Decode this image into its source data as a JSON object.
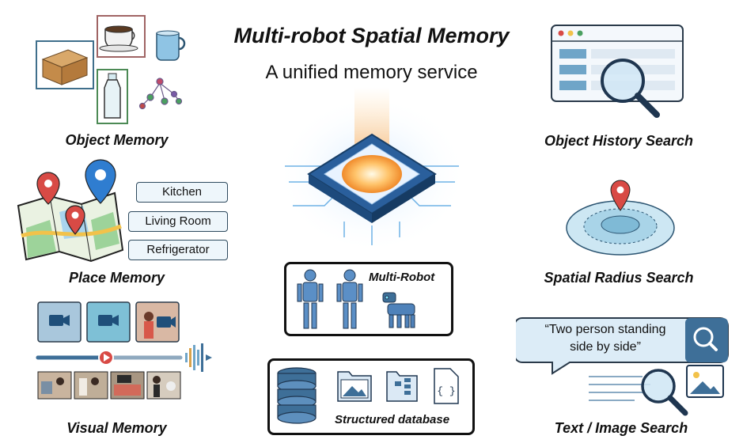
{
  "header": {
    "title": "Multi-robot Spatial Memory",
    "subtitle": "A unified memory service"
  },
  "left": {
    "object_memory": "Object Memory",
    "place_memory": "Place Memory",
    "place_tags": [
      "Kitchen",
      "Living Room",
      "Refrigerator"
    ],
    "visual_memory": "Visual Memory"
  },
  "center": {
    "robots_label": "Multi-Robot",
    "database_label": "Structured database"
  },
  "right": {
    "object_history_search": "Object History Search",
    "spatial_radius_search": "Spatial Radius Search",
    "query_text_line1": "“Two person standing",
    "query_text_line2": "side by side”",
    "text_image_search": "Text / Image Search"
  },
  "colors": {
    "accent_blue": "#2f6fb0",
    "pin_red": "#d84a45",
    "chip_glow": "#ffb347"
  }
}
